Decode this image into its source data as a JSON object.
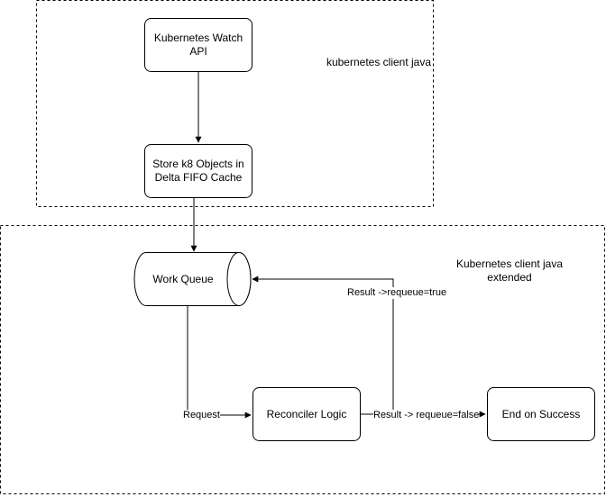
{
  "groups": {
    "top": {
      "label": "kubernetes client java"
    },
    "bottom": {
      "label_line1": "Kubernetes client java",
      "label_line2": "extended"
    }
  },
  "nodes": {
    "watch_api": {
      "line1": "Kubernetes Watch",
      "line2": "API"
    },
    "store": {
      "line1": "Store k8 Objects in",
      "line2": "Delta FIFO Cache"
    },
    "work_queue": {
      "label": "Work Queue"
    },
    "reconciler": {
      "label": "Reconciler Logic"
    },
    "end_success": {
      "label": "End on Success"
    }
  },
  "edges": {
    "request": "Request",
    "requeue_true": "Result ->requeue=true",
    "requeue_false": "Result -> requeue=false"
  }
}
